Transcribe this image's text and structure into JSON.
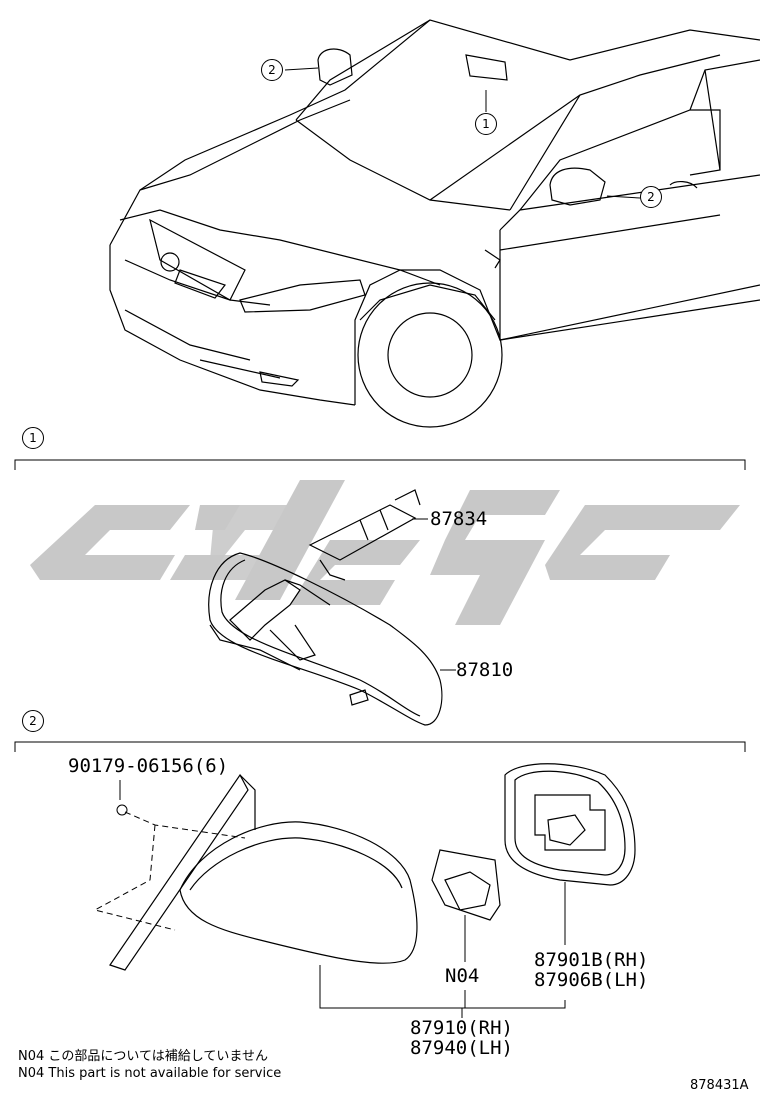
{
  "callouts": {
    "mirror_inner": "1",
    "mirror_outer": "2"
  },
  "section1": {
    "number": "1",
    "parts": [
      {
        "code": "87834"
      },
      {
        "code": "87810"
      }
    ]
  },
  "section2": {
    "number": "2",
    "parts": [
      {
        "code": "90179-06156(6)"
      },
      {
        "code": "87901B(RH)"
      },
      {
        "code": "87906B(LH)"
      },
      {
        "code": "N04"
      },
      {
        "code": "87910(RH)"
      },
      {
        "code": "87940(LH)"
      }
    ]
  },
  "notes": {
    "jp": "N04 この部品については補給していません",
    "en": "N04 This part is not available for service"
  },
  "figure_code": "878431A",
  "colors": {
    "line": "#000000",
    "watermark": "#c8c8c8"
  }
}
